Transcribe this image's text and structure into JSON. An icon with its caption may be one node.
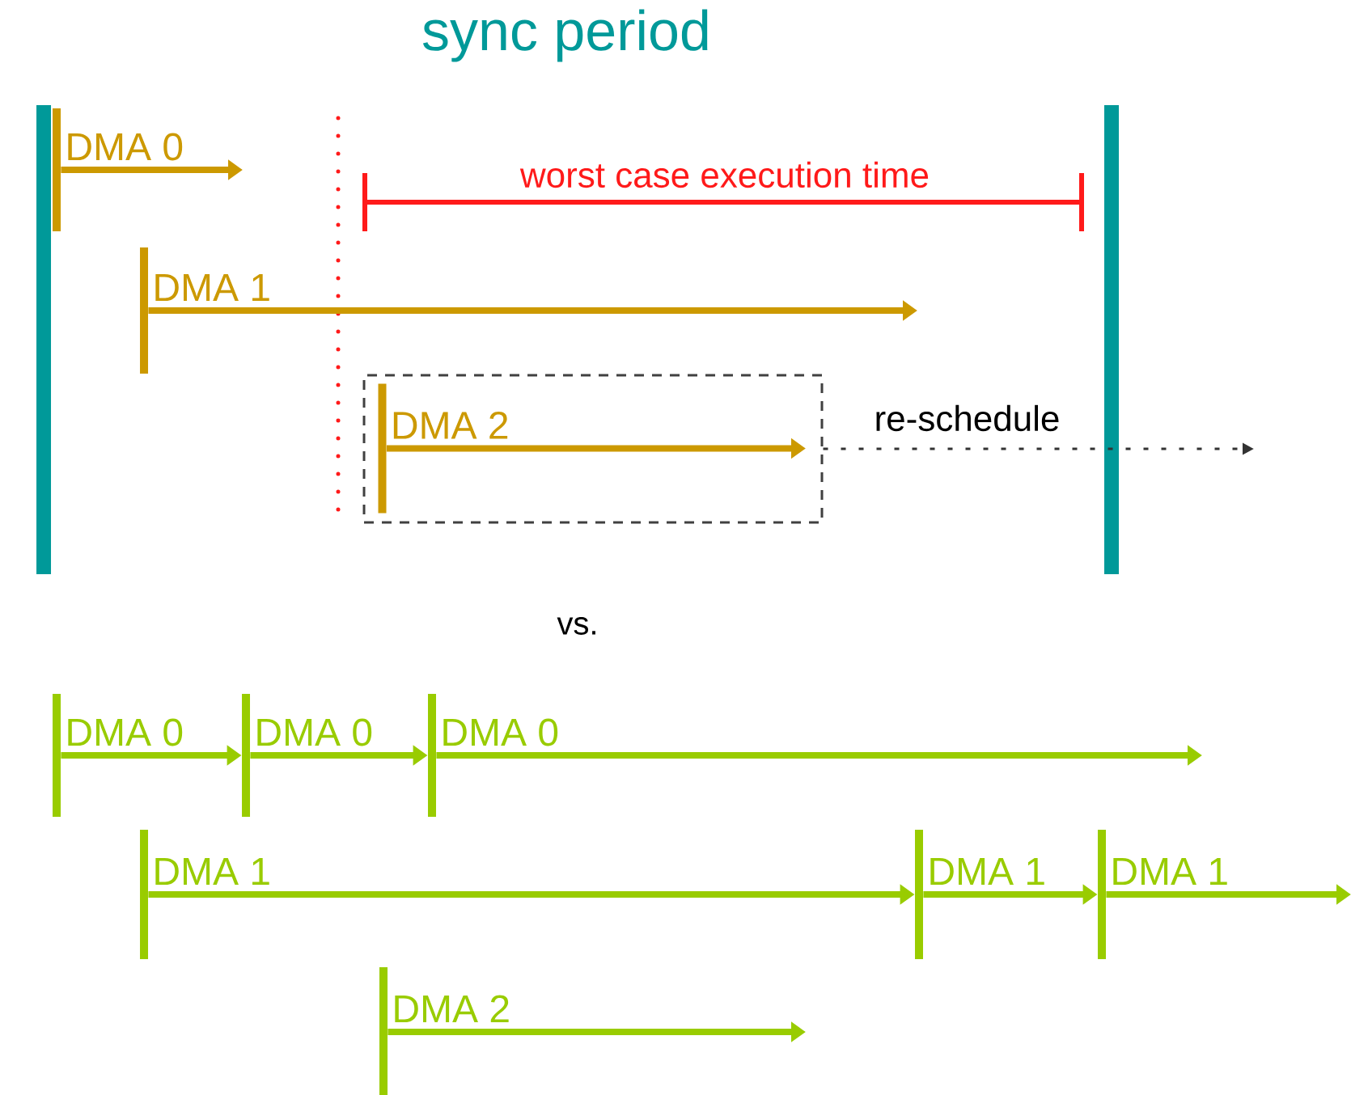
{
  "diagram": {
    "title": "sync period",
    "nodes": [
      {
        "text": [
          "DMA 0"
        ]
      },
      {
        "text": [
          "DMA 1"
        ]
      },
      {
        "text": [],
        "shape": "box"
      },
      {
        "text": [
          "DMA 2"
        ],
        "in": 2
      },
      {
        "text": [
          "DMA 0"
        ]
      },
      {
        "text": [
          "DMA 0"
        ]
      },
      {
        "text": [
          "DMA 0"
        ]
      },
      {
        "text": [
          "DMA 1"
        ]
      },
      {
        "text": [
          "DMA 1"
        ]
      },
      {
        "text": [
          "DMA 1"
        ]
      },
      {
        "text": [
          "DMA 2"
        ]
      }
    ],
    "edges": [
      {
        "from": 0,
        "to": null,
        "arrow": "to",
        "color": "#cc9900"
      },
      {
        "from": 1,
        "to": null,
        "arrow": "to",
        "color": "#cc9900"
      },
      {
        "from": 3,
        "to": null,
        "arrow": "to",
        "color": "#cc9900"
      },
      {
        "from": 2,
        "to": null,
        "arrow": "to",
        "style": "dashed",
        "color": "#333333",
        "label": "re-schedule"
      },
      {
        "from": 4,
        "to": 5,
        "arrow": "to"
      },
      {
        "from": 5,
        "to": 6,
        "arrow": "to"
      },
      {
        "from": 6,
        "to": null,
        "arrow": "to"
      },
      {
        "from": 7,
        "to": 8,
        "arrow": "to"
      },
      {
        "from": 8,
        "to": 9,
        "arrow": "to"
      },
      {
        "from": 9,
        "to": null,
        "arrow": "to"
      },
      {
        "from": 10,
        "to": null,
        "arrow": "to"
      }
    ],
    "labels": [
      "worst case execution time",
      "vs."
    ]
  }
}
